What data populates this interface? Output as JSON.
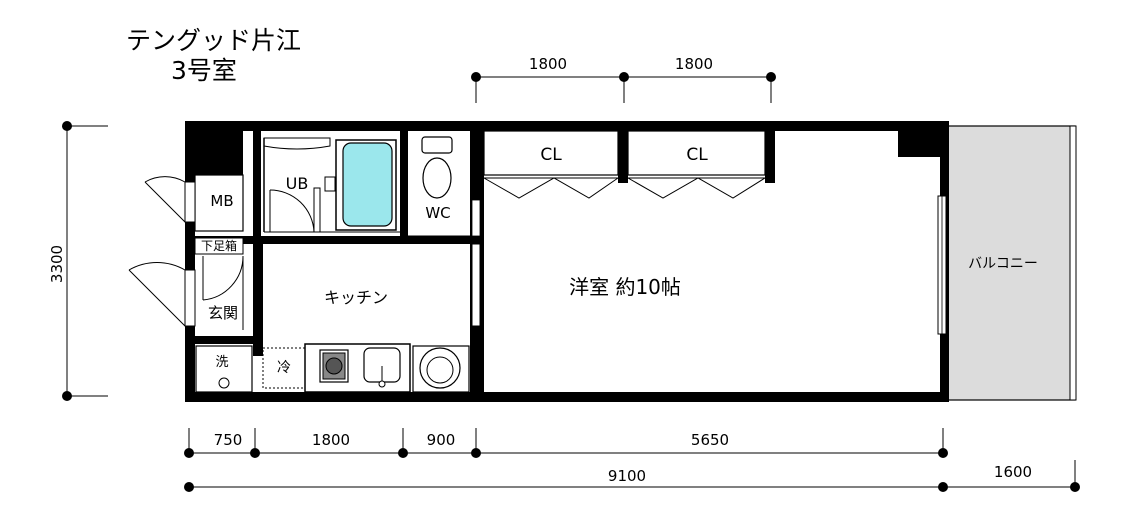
{
  "title": {
    "line1": "テングッド片江",
    "line2": "3号室"
  },
  "rooms": {
    "mb": "MB",
    "ub": "UB",
    "wc": "WC",
    "shoe_box": "下足箱",
    "genkan": "玄関",
    "kitchen": "キッチン",
    "western_room": "洋室 約10帖",
    "closet_1": "CL",
    "closet_2": "CL",
    "balcony": "バルコニー",
    "washer": "洗",
    "fridge": "冷"
  },
  "dimensions": {
    "top_1": "1800",
    "top_2": "1800",
    "left_height": "3300",
    "bottom_1": "750",
    "bottom_2": "1800",
    "bottom_3": "900",
    "bottom_4": "5650",
    "total_width": "9100",
    "balcony_width": "1600"
  }
}
